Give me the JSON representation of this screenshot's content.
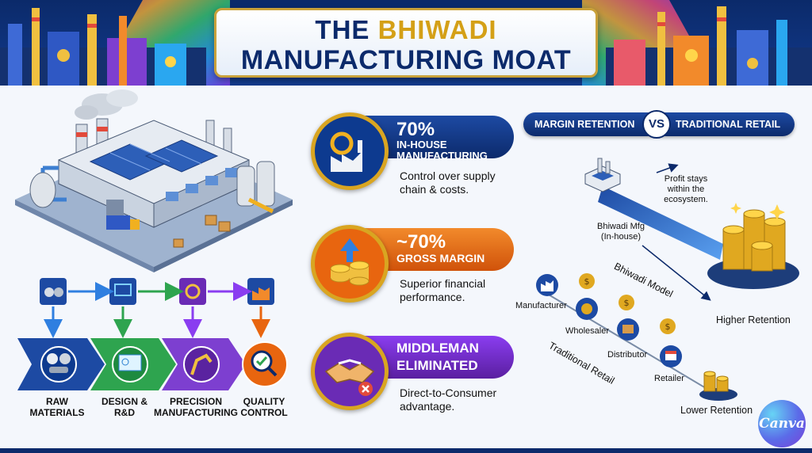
{
  "header": {
    "title_prefix": "THE ",
    "title_highlight": "BHIWADI",
    "title_line2": "MANUFACTURING MOAT"
  },
  "process": {
    "steps": [
      {
        "label": "RAW\nMATERIALS",
        "icon": "raw-materials-icon"
      },
      {
        "label": "DESIGN &\nR&D",
        "icon": "blueprint-icon"
      },
      {
        "label": "PRECISION\nMANUFACTURING",
        "icon": "robot-arm-icon"
      },
      {
        "label": "QUALITY\nCONTROL",
        "icon": "magnifier-check-icon"
      }
    ]
  },
  "cards": [
    {
      "headline": "70%",
      "subhead": "IN-HOUSE\nMANUFACTURING",
      "desc": "Control over supply chain & costs.",
      "color": "#1a3c8f",
      "icon": "factory-gear-icon"
    },
    {
      "headline": "~70%",
      "subhead": "GROSS MARGIN",
      "desc": "Superior financial performance.",
      "color": "#e8650f",
      "icon": "coin-stack-arrow-icon"
    },
    {
      "headline": "MIDDLEMAN",
      "subhead": "ELIMINATED",
      "desc": "Direct-to-Consumer advantage.",
      "color": "#6a2bb5",
      "icon": "handshake-icon"
    }
  ],
  "comparison": {
    "left": "MARGIN RETENTION",
    "vs": "VS",
    "right": "TRADITIONAL RETAIL",
    "profit_note": "Profit stays\nwithin the\necosystem.",
    "bhiwadi_mfg": "Bhiwadi Mfg\n(In-house)",
    "bhiwadi_model": "Bhiwadi Model",
    "higher": "Higher Retention",
    "traditional": "Traditional Retail",
    "lower": "Lower Retention",
    "chain": [
      "Manufacturer",
      "Wholesaler",
      "Distributor",
      "Retailer"
    ]
  },
  "brand": "Canva",
  "colors": {
    "navy": "#0c2a6b",
    "gold": "#d4a017",
    "orange": "#e8650f",
    "purple": "#6a2bb5",
    "green": "#2ea44f"
  }
}
